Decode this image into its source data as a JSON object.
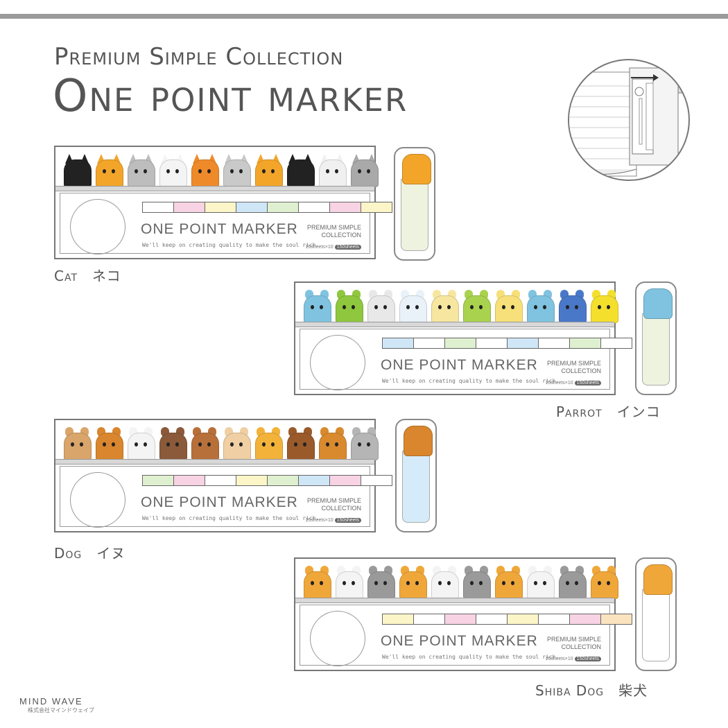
{
  "header": {
    "subtitle": "Premium Simple Collection",
    "title": "One point marker"
  },
  "package_text": {
    "product_name": "ONE POINT MARKER",
    "tagline": "We'll keep on creating quality to make the soul rich.",
    "brand_line1": "PREMIUM SIMPLE",
    "brand_line2": "COLLECTION",
    "sheets": "15sheets×10",
    "sheets_badge": "150sheets"
  },
  "products": [
    {
      "label": "Cat　ネコ",
      "sticky_color": "#eef3e0",
      "head_color": "#f3a52a",
      "animals": [
        "#222222",
        "#f3a52a",
        "#bdbdbd",
        "#f4f4f4",
        "#ef8a2a",
        "#c9c9c9",
        "#f3a52a",
        "#222222",
        "#f0f0f0",
        "#a9a9a9"
      ],
      "bar": [
        "#ffffff",
        "#f7d3e3",
        "#fbf5c8",
        "#cfe6f7",
        "#dff0d0",
        "#ffffff",
        "#f7d3e3",
        "#fbf5c8"
      ]
    },
    {
      "label": "Parrot　インコ",
      "sticky_color": "#eef3e0",
      "head_color": "#7fc3e0",
      "animals": [
        "#7fc3e0",
        "#8fc73e",
        "#e8e8e8",
        "#e9f2f8",
        "#f7e6a0",
        "#a9d24f",
        "#f7e07a",
        "#7fc3e0",
        "#4a78c9",
        "#f4df2d"
      ],
      "bar": [
        "#cfe6f7",
        "#ffffff",
        "#dff0d0",
        "#ffffff",
        "#cfe6f7",
        "#ffffff",
        "#dff0d0",
        "#ffffff"
      ]
    },
    {
      "label": "Dog　イヌ",
      "sticky_color": "#d6ebfa",
      "head_color": "#d9862e",
      "animals": [
        "#d9a56a",
        "#d9862e",
        "#f4f4f4",
        "#8a5a3a",
        "#b8703a",
        "#efcfa3",
        "#f3b23a",
        "#9a5a2a",
        "#d98a2e",
        "#b5b5b5"
      ],
      "bar": [
        "#dff0d0",
        "#f7d3e3",
        "#ffffff",
        "#fbf5c8",
        "#dff0d0",
        "#cfe6f7",
        "#f7d3e3",
        "#ffffff"
      ]
    },
    {
      "label": "Shiba Dog　柴犬",
      "sticky_color": "#ffffff",
      "head_color": "#f0a73a",
      "animals": [
        "#f0a73a",
        "#f4f4f4",
        "#9a9a9a",
        "#f0a73a",
        "#f4f4f4",
        "#9a9a9a",
        "#f0a73a",
        "#f4f4f4",
        "#9a9a9a",
        "#f0a73a"
      ],
      "bar": [
        "#fbf5c8",
        "#ffffff",
        "#f7d3e3",
        "#ffffff",
        "#fbf5c8",
        "#ffffff",
        "#f7d3e3",
        "#fbe3c0"
      ]
    }
  ],
  "logo": {
    "main": "MIND WAVE",
    "sub": "株式会社マインドウェイブ"
  }
}
